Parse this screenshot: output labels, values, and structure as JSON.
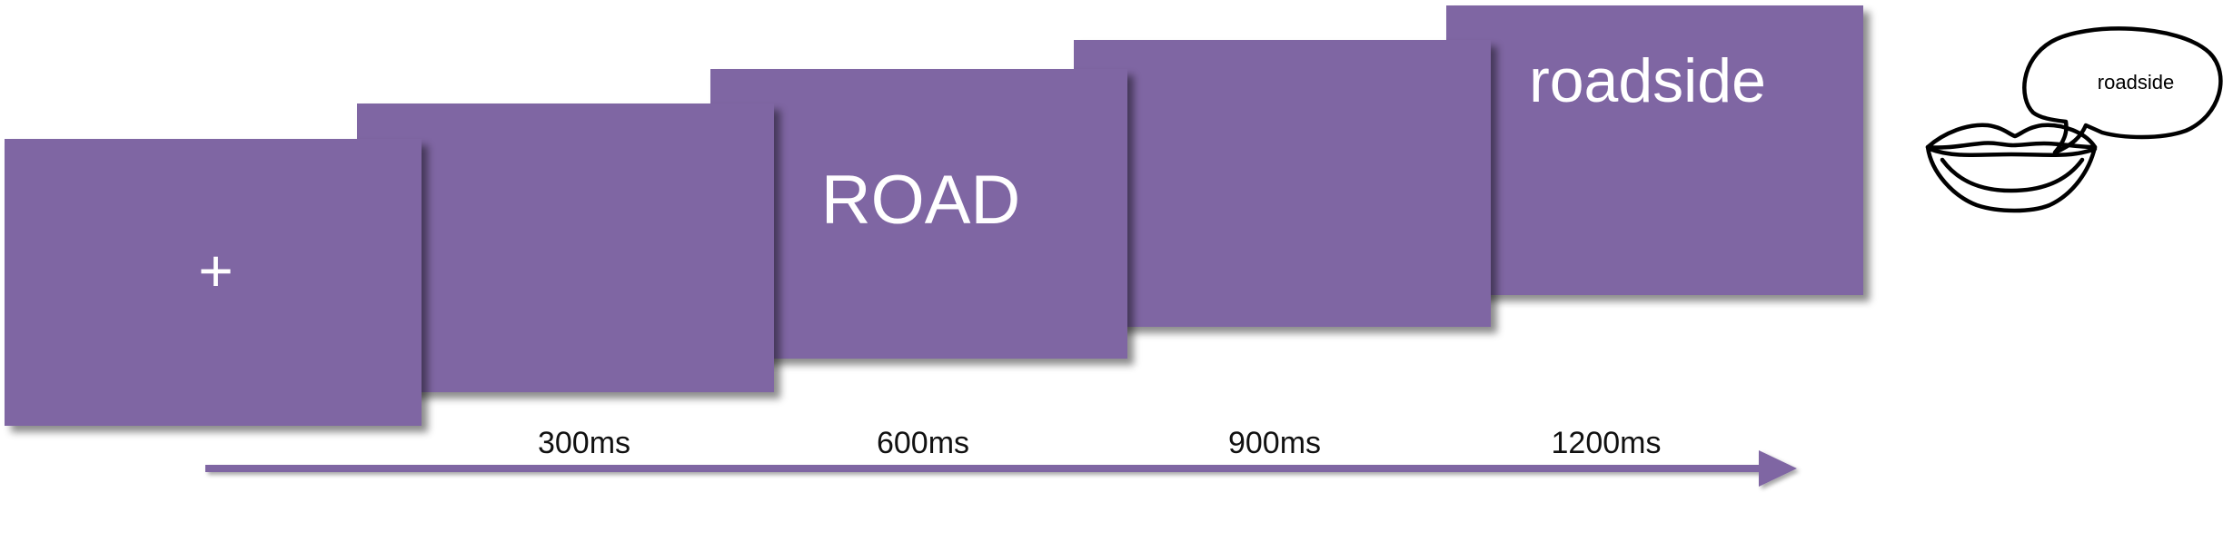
{
  "colors": {
    "panel": "#7f66a3",
    "arrow": "#7f66a3",
    "panel_text": "#ffffff",
    "label_text": "#111111"
  },
  "screens": [
    {
      "stimulus": "+"
    },
    {
      "stimulus": ""
    },
    {
      "stimulus": "ROAD"
    },
    {
      "stimulus": ""
    },
    {
      "stimulus": "roadside"
    }
  ],
  "timeline": {
    "labels": [
      "300ms",
      "600ms",
      "900ms",
      "1200ms"
    ]
  },
  "response": {
    "icon": "lips-icon",
    "speech": "roadside"
  }
}
